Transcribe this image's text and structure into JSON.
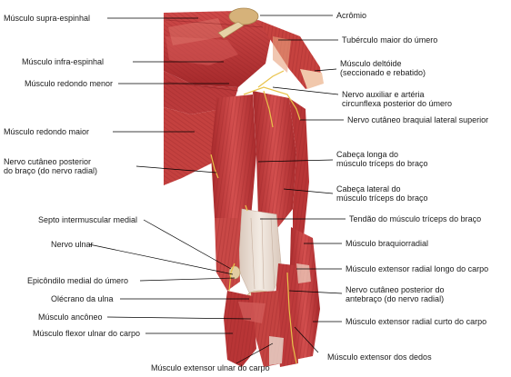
{
  "labels": {
    "l1": [
      "Músculo supra-espinhal"
    ],
    "l2": [
      "Músculo infra-espinhal"
    ],
    "l3": [
      "Músculo redondo menor"
    ],
    "l4": [
      "Músculo redondo maior"
    ],
    "l5": [
      "Nervo cutâneo posterior",
      "do braço (do nervo radial)"
    ],
    "l6": [
      "Septo intermuscular medial"
    ],
    "l7": [
      "Nervo ulnar"
    ],
    "l8": [
      "Epicôndilo medial do úmero"
    ],
    "l9": [
      "Olécrano da ulna"
    ],
    "l10": [
      "Músculo ancôneo"
    ],
    "l11": [
      "Músculo flexor ulnar do carpo"
    ],
    "l12": [
      "Músculo extensor ulnar do carpo"
    ],
    "r1": [
      "Acrômio"
    ],
    "r2": [
      "Tubérculo maior do úmero"
    ],
    "r3": [
      "Músculo deltóide",
      "(seccionado e rebatido)"
    ],
    "r4": [
      "Nervo auxiliar e artéria",
      "circunflexa posterior do úmero"
    ],
    "r5": [
      "Nervo cutâneo braquial lateral superior"
    ],
    "r6": [
      "Cabeça longa do",
      "músculo tríceps do braço"
    ],
    "r7": [
      "Cabeça lateral do",
      "músculo tríceps do braço"
    ],
    "r8": [
      "Tendão do músculo tríceps do braço"
    ],
    "r9": [
      "Músculo braquiorradial"
    ],
    "r10": [
      "Músculo extensor radial longo do carpo"
    ],
    "r11": [
      "Nervo cutâneo posterior do",
      "antebraço (do nervo radial)"
    ],
    "r12": [
      "Músculo extensor radial curto do carpo"
    ],
    "r13": [
      "Músculo extensor dos dedos"
    ]
  },
  "colors": {
    "muscle": "#c8383a",
    "muscle_dark": "#9e2427",
    "muscle_light": "#de6a68",
    "tendon": "#e9dcd2",
    "bone": "#d6b27a",
    "nerve": "#e9c34a",
    "leader": "#000000",
    "text": "#1a1a1a"
  }
}
